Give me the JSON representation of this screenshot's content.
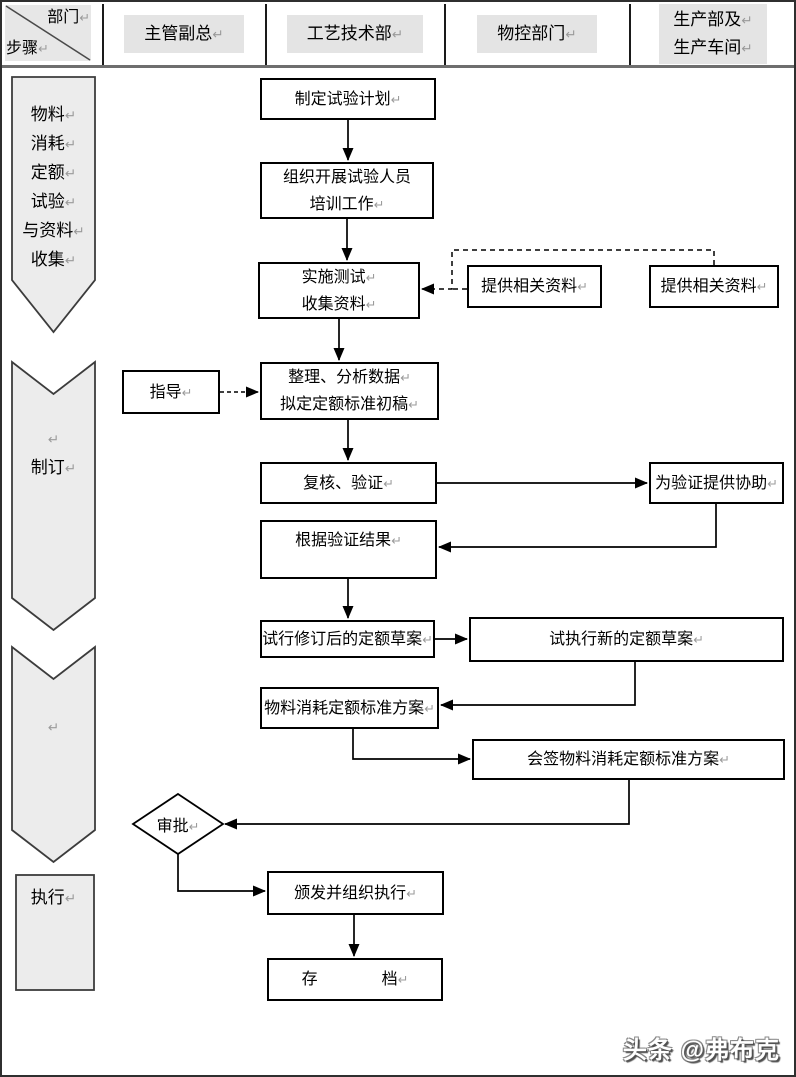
{
  "header": {
    "corner": {
      "top_right": "部门↵",
      "bottom_left": "步骤↵"
    },
    "columns": [
      {
        "lines": [
          "主管副总↵"
        ]
      },
      {
        "lines": [
          "工艺技术部↵"
        ]
      },
      {
        "lines": [
          "物控部门↵"
        ]
      },
      {
        "lines": [
          "生产部及↵",
          "生产车间↵"
        ]
      }
    ]
  },
  "steps": [
    {
      "lines": [
        "物料↵",
        "消耗↵",
        "定额↵",
        "试验↵",
        "与资料↵",
        "收集↵"
      ]
    },
    {
      "lines": [
        "↵",
        "制订↵"
      ]
    },
    {
      "lines": [
        "↵"
      ]
    },
    {
      "lines": [
        "执行↵"
      ]
    }
  ],
  "nodes": {
    "plan": {
      "lines": [
        "制定试验计划↵"
      ]
    },
    "train": {
      "lines": [
        "组织开展试验人员",
        "培训工作↵"
      ]
    },
    "test": {
      "lines": [
        "实施测试↵",
        "收集资料↵"
      ]
    },
    "provide_left": {
      "lines": [
        "提供相关资料↵"
      ]
    },
    "provide_right": {
      "lines": [
        "提供相关资料↵"
      ]
    },
    "guide": {
      "lines": [
        "指导↵"
      ]
    },
    "organize": {
      "lines": [
        "整理、分析数据↵",
        "拟定定额标准初稿↵"
      ]
    },
    "review": {
      "lines": [
        "复核、验证↵"
      ]
    },
    "assist": {
      "lines": [
        "为验证提供协助↵"
      ]
    },
    "result": {
      "lines": [
        "根据验证结果↵"
      ]
    },
    "trial": {
      "lines": [
        "试行修订后的定额草案↵"
      ]
    },
    "execute_new": {
      "lines": [
        "试执行新的定额草案↵"
      ]
    },
    "scheme": {
      "lines": [
        "物料消耗定额标准方案↵"
      ]
    },
    "countersign": {
      "lines": [
        "会签物料消耗定额标准方案↵"
      ]
    },
    "approve": {
      "lines": [
        "审批↵"
      ]
    },
    "issue": {
      "lines": [
        "颁发并组织执行↵"
      ]
    },
    "archive": {
      "lines": [
        "存　　　　档↵"
      ]
    }
  },
  "watermark": "头条 @弗布克",
  "colors": {
    "shape_fill": "#ececec",
    "header_highlight": "#e4e4e4",
    "line": "#000000",
    "header_bottom_rule": "#6e6e6e"
  }
}
